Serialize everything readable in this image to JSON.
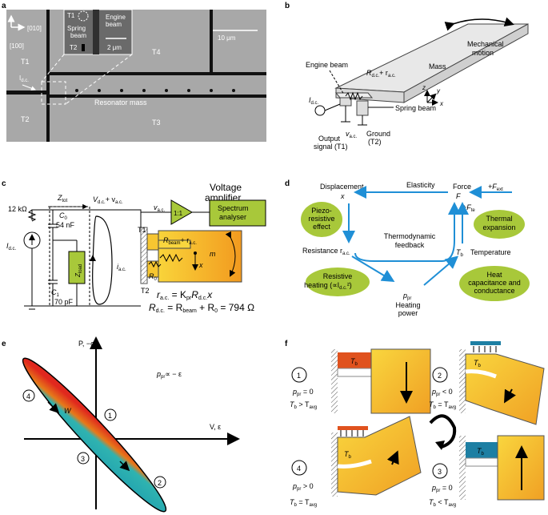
{
  "panels": {
    "a": {
      "label": "a",
      "dir_010": "[010]",
      "dir_100": "[100]",
      "t1": "T1",
      "t2": "T2",
      "t3": "T3",
      "t4": "T4",
      "inset_t1": "T1",
      "inset_t2": "T2",
      "engine_beam": "Engine beam",
      "spring_beam": "Spring beam",
      "scale_inset": "2 μm",
      "scale_main": "10 μm",
      "idc": "I",
      "idc_sub": "d.c.",
      "resonator": "Resonator mass"
    },
    "b": {
      "label": "b",
      "mechanical_motion": "Mechanical motion",
      "mass": "Mass",
      "engine_beam": "Engine beam",
      "rdc": "R",
      "rdc_sub": "d.c.",
      "rac": "+ r",
      "rac_sub": "a.c.",
      "idc": "I",
      "idc_sub": "d.c.",
      "spring_beam": "Spring beam",
      "vac": "v",
      "vac_sub": "a.c.",
      "output": "Output",
      "output2": "signal (T1)",
      "ground": "Ground",
      "ground2": "(T2)",
      "ax_x": "x",
      "ax_y": "y",
      "ax_z": "z"
    },
    "c": {
      "label": "c",
      "voltage_amp": "Voltage",
      "voltage_amp2": "amplifier",
      "ztot": "Z",
      "ztot_sub": "tot",
      "vdc": "V",
      "vdc_sub": "d.c.",
      "plus_vac": "+ v",
      "vac_sub": "a.c.",
      "vac2": "v",
      "vac2_sub": "a.c.",
      "ratio": "1:1",
      "spectrum": "Spectrum",
      "spectrum2": "analyser",
      "r12k": "12 kΩ",
      "c0": "C",
      "c0_sub": "0",
      "c0_val": "54 nF",
      "zload": "Z",
      "zload_sub": "load",
      "c1": "C",
      "c1_sub": "1",
      "c1_val": "70 pF",
      "idc": "I",
      "idc_sub": "d.c.",
      "iac": "i",
      "iac_sub": "a.c.",
      "t1": "T1",
      "t2": "T2",
      "rbeam": "R",
      "rbeam_sub": "beam",
      "rac": "+ r",
      "rac_sub": "a.c.",
      "r0": "R",
      "r0_sub": "0",
      "m": "m",
      "x": "x",
      "eq1": "r",
      "eq1_sub": "a.c.",
      "eq1_rest": " = K",
      "eq1_sub2": "pr",
      "eq1_rest2": "R",
      "eq1_sub3": "d.c.",
      "eq1_rest3": "x",
      "eq2": "R",
      "eq2_sub": "d.c.",
      "eq2_rest": " = R",
      "eq2_sub2": "beam",
      "eq2_rest2": " + R",
      "eq2_sub3": "0",
      "eq2_rest3": "  = 794 Ω"
    },
    "d": {
      "label": "d",
      "displacement": "Displacement",
      "x": "x",
      "elasticity": "Elasticity",
      "force": "Force",
      "F": "F",
      "fext": "+F",
      "fext_sub": "ext",
      "fte": "+F",
      "fte_sub": "te",
      "piezo1": "Piezo-",
      "piezo2": "resistive",
      "piezo3": "effect",
      "thermal1": "Thermal",
      "thermal2": "expansion",
      "thermo1": "Thermodynamic",
      "thermo2": "feedback",
      "resistance": "Resistance r",
      "resistance_sub": "a.c.",
      "tb": "T",
      "tb_sub": "b",
      "temperature": "Temperature",
      "heat1": "Heat",
      "heat2": "capacitance and",
      "heat3": "conductance",
      "resistive1": "Resistive",
      "resistive2": "heating (∝I",
      "resistive2_sub": "d.c.",
      "resistive2_end": "²)",
      "ppr": "p",
      "ppr_sub": "pr",
      "heating1": "Heating",
      "heating2": "power"
    },
    "e": {
      "label": "e",
      "p_axis": "P, −σ",
      "v_axis": "V, ε",
      "relation": "p",
      "relation_sub": "pr",
      "relation_rest": "∝ − ε",
      "w": "W",
      "n1": "1",
      "n2": "2",
      "n3": "3",
      "n4": "4"
    },
    "f": {
      "label": "f",
      "s1_num": "1",
      "s1_p": "p",
      "s1_p_sub": "pr",
      "s1_p_rest": " = 0",
      "s1_t": "T",
      "s1_t_sub": "b",
      "s1_t_rest": " > T",
      "s1_t_sub2": "avg",
      "s2_num": "2",
      "s2_p_rest": " < 0",
      "s2_t_rest": " = T",
      "s3_num": "3",
      "s3_p_rest": " = 0",
      "s3_t_rest": " < T",
      "s4_num": "4",
      "s4_p_rest": " > 0",
      "s4_t_rest": " = T",
      "tb": "T",
      "tb_sub": "b"
    }
  },
  "colors": {
    "sem_bg": "#a8a8a8",
    "green": "#a8c83a",
    "blue": "#1f8fd6",
    "orange": "#f2a623",
    "yellow": "#f7c631",
    "hot": "#e0521e",
    "cool": "#1d7fa3",
    "teal": "#24b3b3",
    "red": "#d83a2a"
  }
}
